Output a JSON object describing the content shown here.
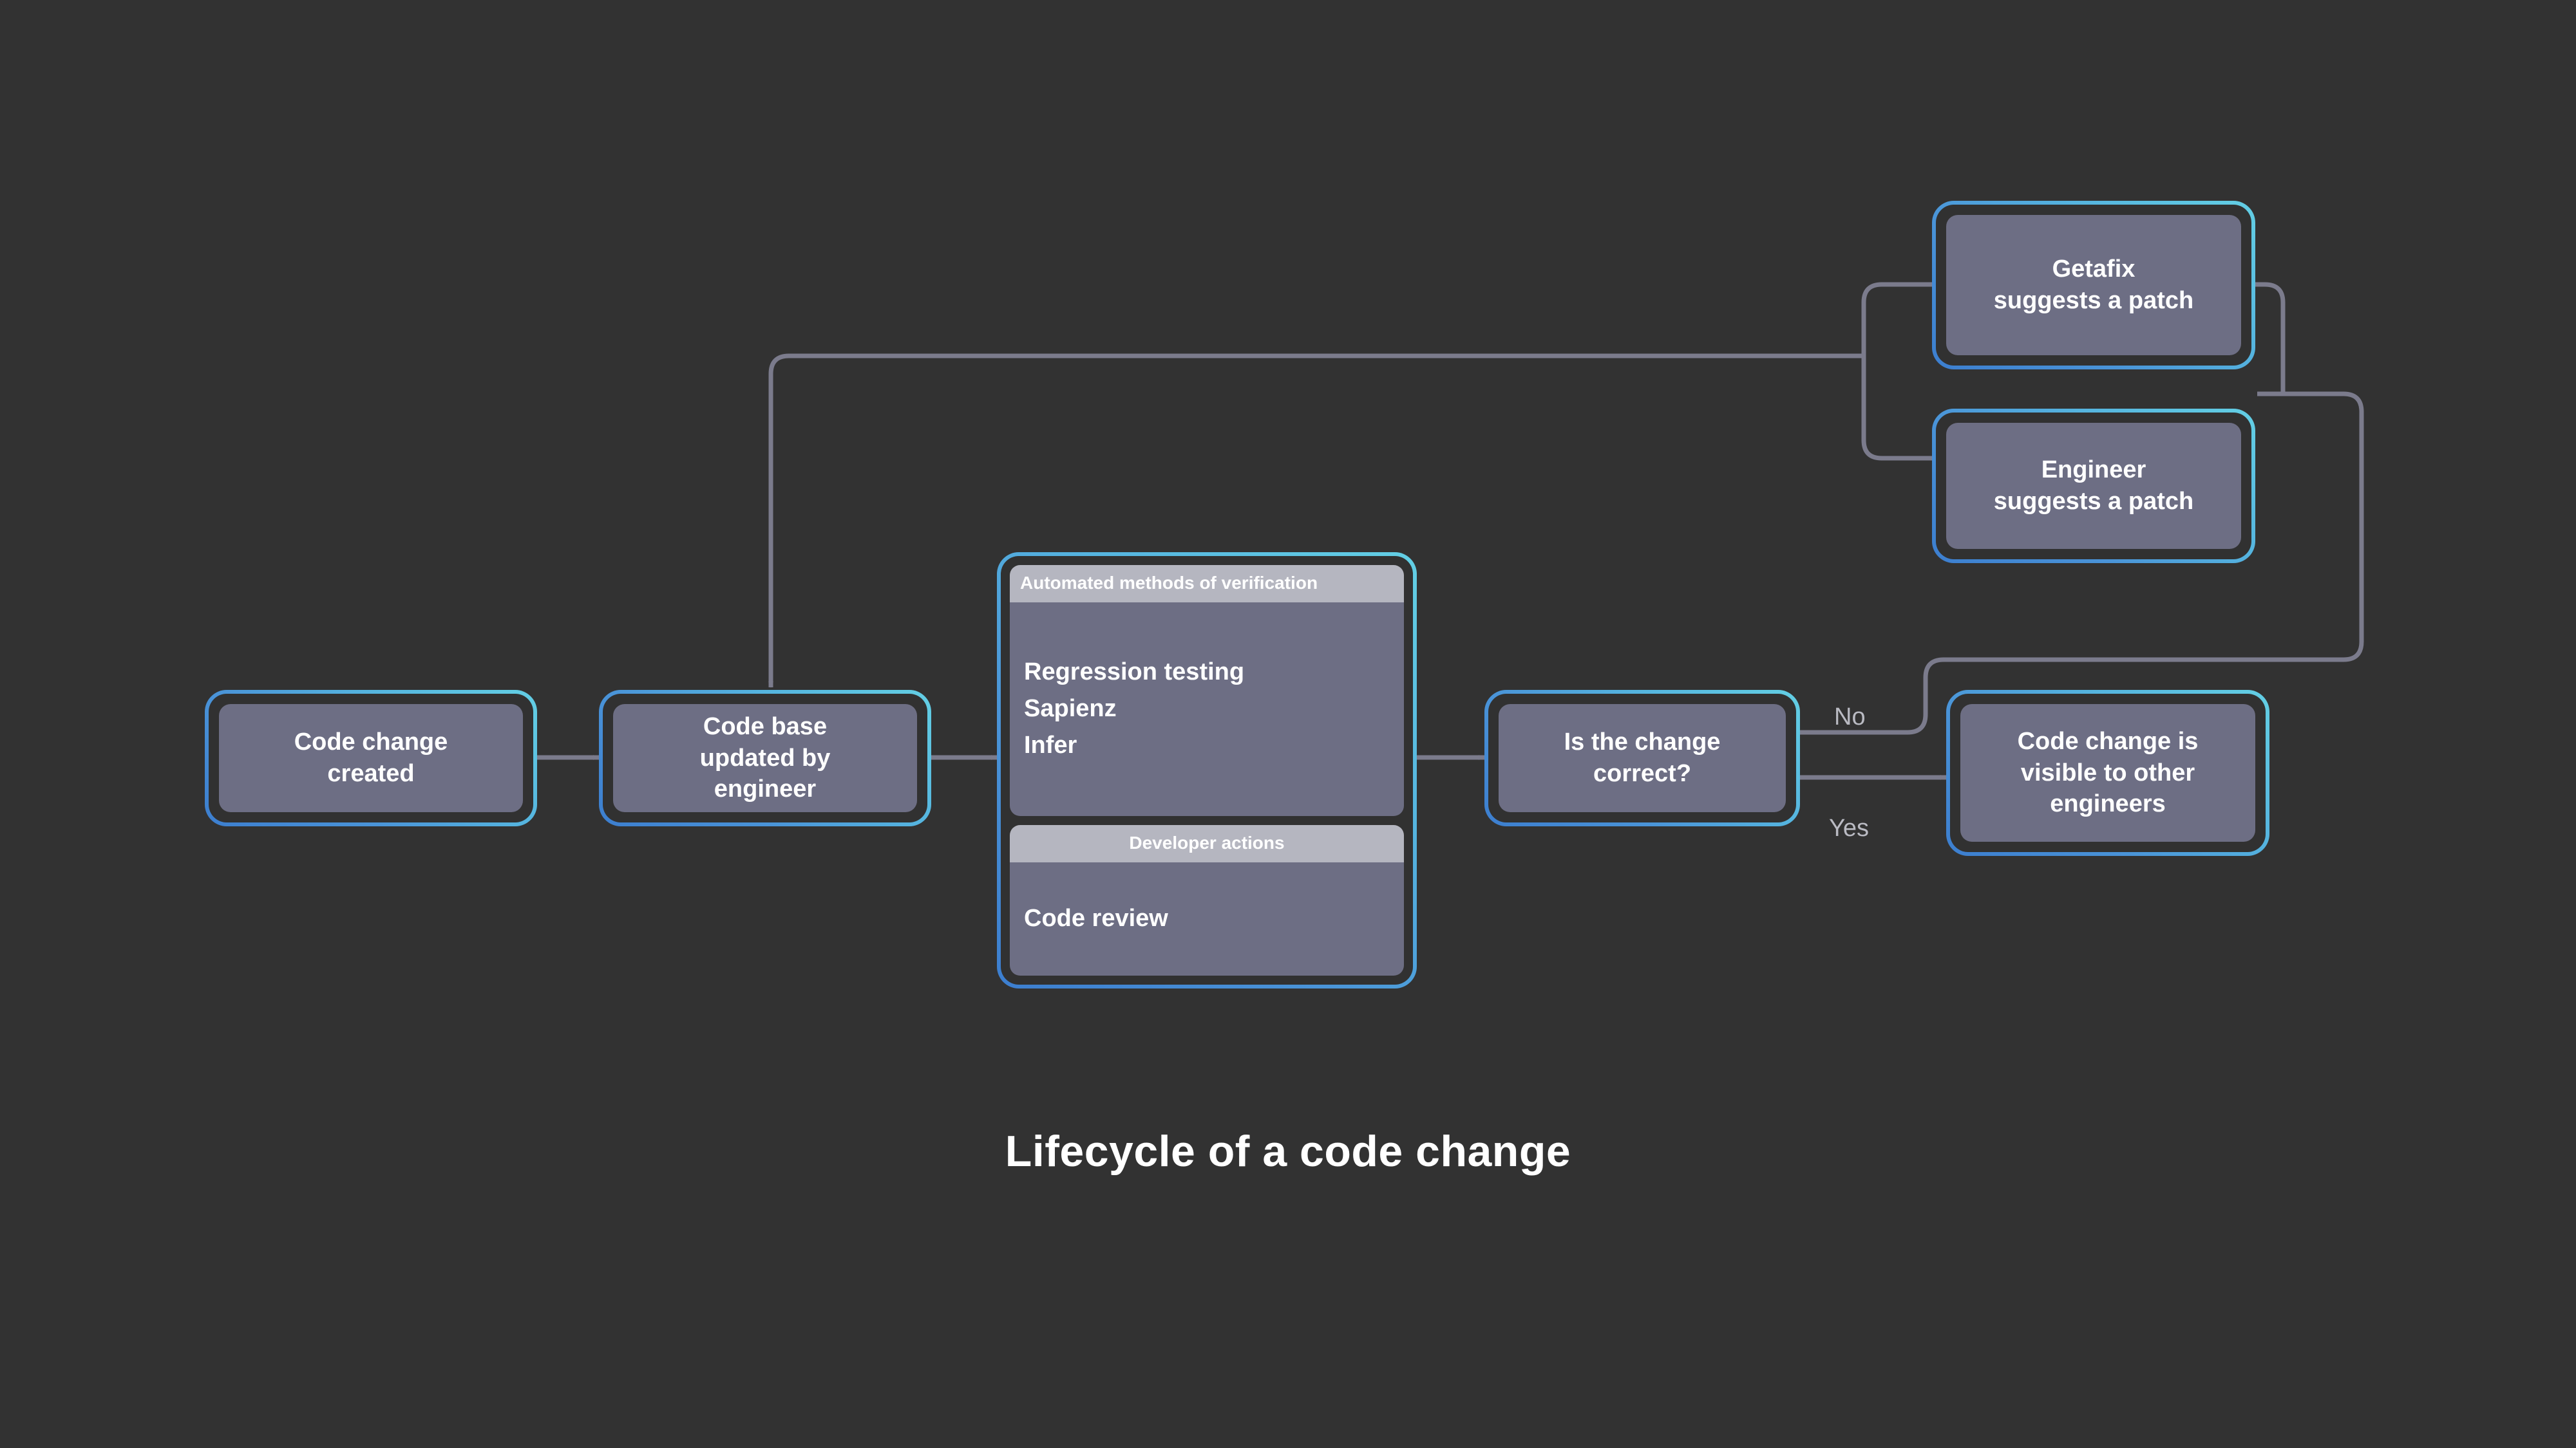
{
  "diagram": {
    "caption": "Lifecycle of a code change",
    "background_color": "#323232",
    "node_fill_color": "#6d6e84",
    "node_border_gradient": [
      "#3c7ecf",
      "#63cfe4"
    ],
    "section_header_color": "#b5b6c0",
    "connector_color": "#7b7b8c",
    "text_color": "#ffffff",
    "edge_label_color": "#b9bac2"
  },
  "nodes": {
    "code_change_created": {
      "id": "code-change-created",
      "label": "Code change\ncreated",
      "lines": [
        "Code change",
        "created"
      ]
    },
    "code_base_updated": {
      "id": "code-base-updated",
      "label": "Code base\nupdated by\nengineer",
      "lines": [
        "Code base",
        "updated by",
        "engineer"
      ]
    },
    "verification_group": {
      "id": "verification-group",
      "sections": [
        {
          "header": "Automated methods of verification",
          "header_align": "left",
          "items": [
            "Regression testing",
            "Sapienz",
            "Infer"
          ]
        },
        {
          "header": "Developer actions",
          "header_align": "center",
          "items": [
            "Code review"
          ]
        }
      ]
    },
    "is_change_correct": {
      "id": "is-change-correct",
      "label": "Is the change\ncorrect?",
      "lines": [
        "Is the change",
        "correct?"
      ]
    },
    "code_change_visible": {
      "id": "code-change-visible",
      "label": "Code change is\nvisible to other\nengineers",
      "lines": [
        "Code change is",
        "visible to other",
        "engineers"
      ]
    },
    "getafix_suggests": {
      "id": "getafix-suggests-a-patch",
      "label": "Getafix\nsuggests a patch",
      "lines": [
        "Getafix",
        "suggests a patch"
      ]
    },
    "engineer_suggests": {
      "id": "engineer-suggests-a-patch",
      "label": "Engineer\nsuggests a patch",
      "lines": [
        "Engineer",
        "suggests a patch"
      ]
    }
  },
  "edge_labels": {
    "no": "No",
    "yes": "Yes"
  }
}
